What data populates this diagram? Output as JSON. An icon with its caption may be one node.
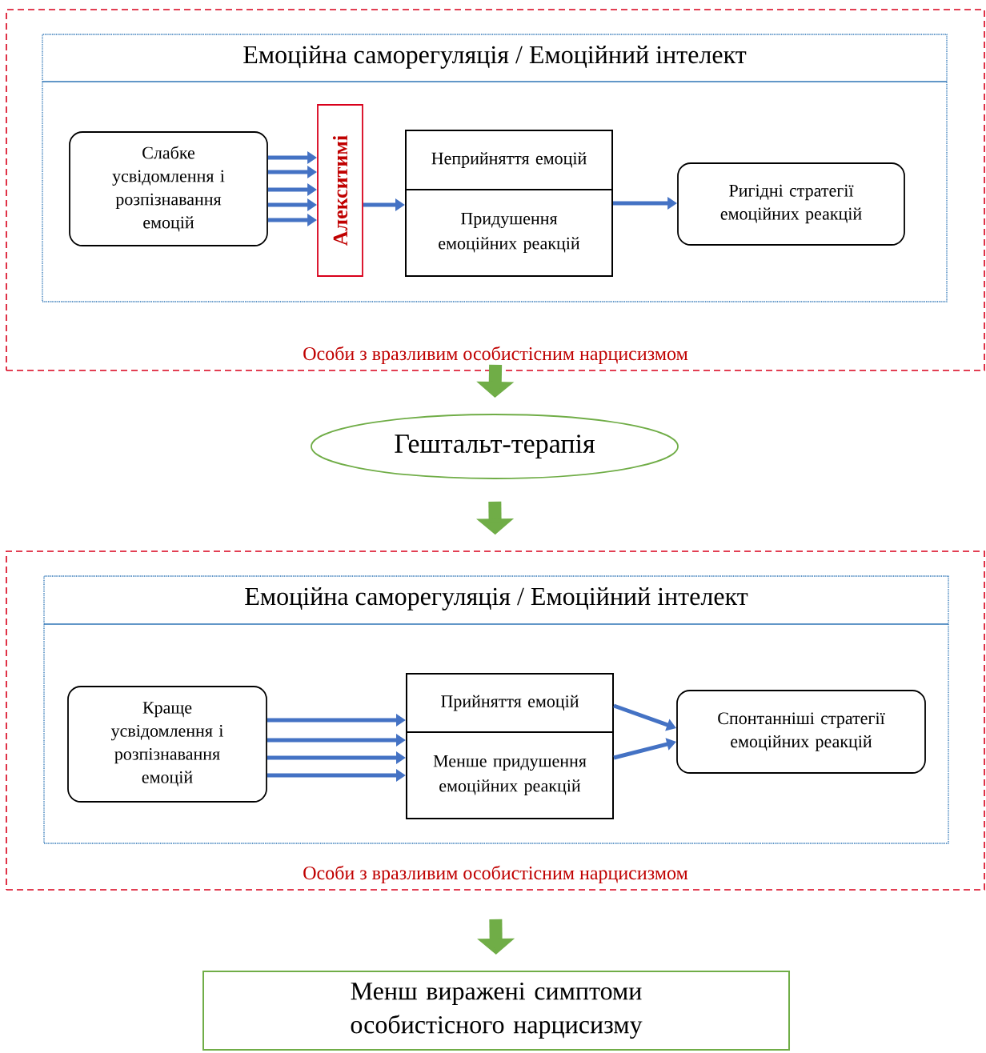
{
  "diagram": {
    "nodes": [
      {
        "text": [
          "Особи з вразливим особистісним нарцисизмом"
        ]
      },
      {
        "text": [
          "Емоційна саморегуляція / Емоційний інтелект"
        ],
        "in": 0
      },
      {
        "text": [
          "Слабке усвідомлення і розпізнавання емоцій"
        ],
        "in": 1
      },
      {
        "text": [
          "Алекситимі"
        ],
        "in": 1
      },
      {
        "text": [
          "Неприйняття емоцій"
        ],
        "in": 1
      },
      {
        "text": [
          "Придушення емоційних реакцій"
        ],
        "in": 1
      },
      {
        "text": [
          "Ригідні стратегії емоційних реакцій"
        ],
        "in": 1
      },
      {
        "text": [
          "Гештальт-терапія"
        ]
      },
      {
        "text": [
          "Особи з вразливим особистісним нарцисизмом"
        ]
      },
      {
        "text": [
          "Емоційна саморегуляція / Емоційний інтелект"
        ],
        "in": 8
      },
      {
        "text": [
          "Краще усвідомлення і розпізнавання емоцій"
        ],
        "in": 9
      },
      {
        "text": [
          "Прийняття емоцій"
        ],
        "in": 9
      },
      {
        "text": [
          "Менше придушення емоційних реакцій"
        ],
        "in": 9
      },
      {
        "text": [
          "Спонтанніші стратегії емоційних реакцій"
        ],
        "in": 9
      },
      {
        "text": [
          "Менш виражені симптоми особистісного нарцисизму"
        ]
      }
    ],
    "edges": [
      {
        "from": 2,
        "to": 3,
        "arrow": "to"
      },
      {
        "from": 2,
        "to": 3,
        "arrow": "to"
      },
      {
        "from": 2,
        "to": 3,
        "arrow": "to"
      },
      {
        "from": 2,
        "to": 3,
        "arrow": "to"
      },
      {
        "from": 2,
        "to": 3,
        "arrow": "to"
      },
      {
        "from": 3,
        "to": 5,
        "arrow": "to"
      },
      {
        "from": 5,
        "to": 6,
        "arrow": "to"
      },
      {
        "from": 0,
        "to": 7,
        "arrow": "to",
        "style": "thick",
        "color": "#70ad47"
      },
      {
        "from": 7,
        "to": 8,
        "arrow": "to",
        "style": "thick",
        "color": "#70ad47"
      },
      {
        "from": 10,
        "to": 11,
        "arrow": "to"
      },
      {
        "from": 10,
        "to": 12,
        "arrow": "to"
      },
      {
        "from": 10,
        "to": 12,
        "arrow": "to"
      },
      {
        "from": 10,
        "to": 12,
        "arrow": "to"
      },
      {
        "from": 11,
        "to": 13,
        "arrow": "to"
      },
      {
        "from": 12,
        "to": 13,
        "arrow": "to"
      },
      {
        "from": 8,
        "to": 14,
        "arrow": "to",
        "style": "thick",
        "color": "#70ad47"
      }
    ]
  }
}
